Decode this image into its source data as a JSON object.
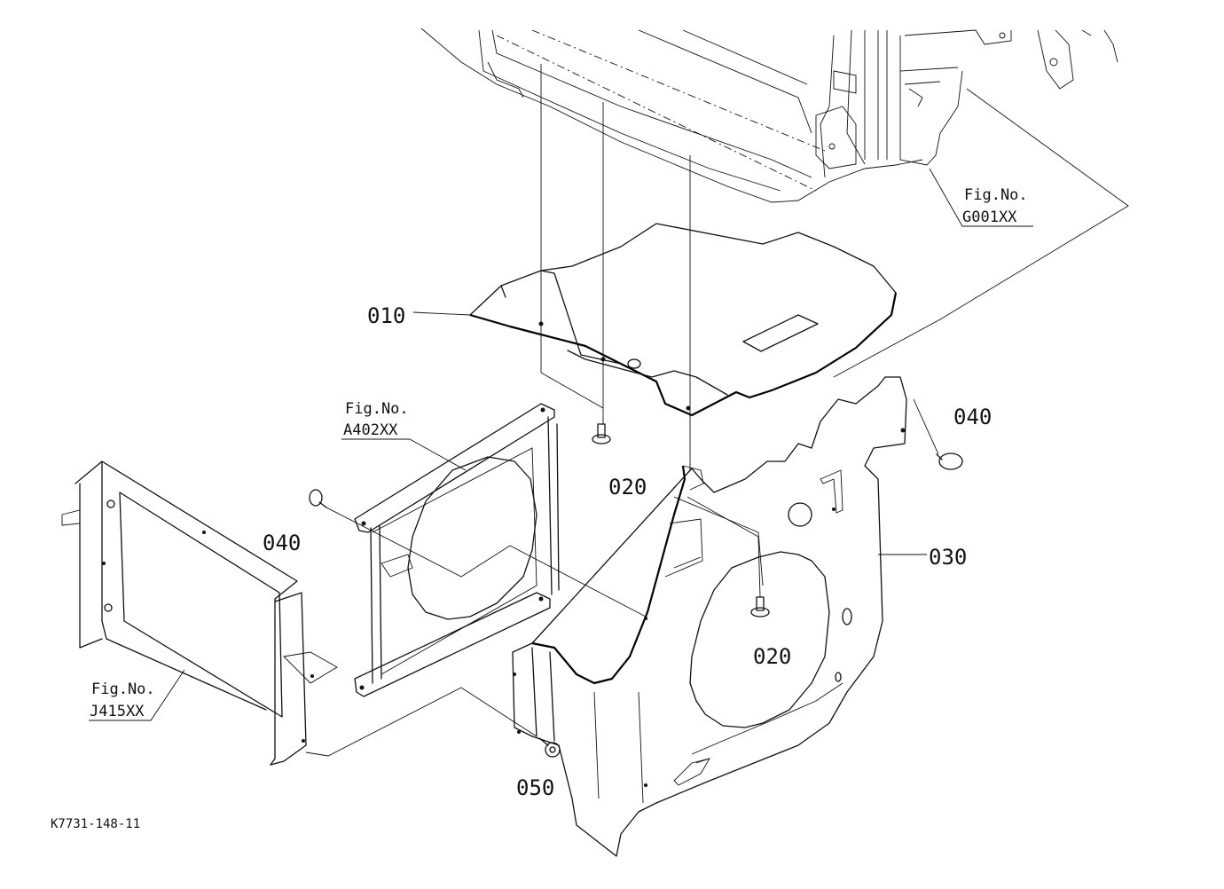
{
  "diagram": {
    "code": "K7731-148-11",
    "parts": [
      {
        "num": "010"
      },
      {
        "num": "020"
      },
      {
        "num": "020"
      },
      {
        "num": "030"
      },
      {
        "num": "040"
      },
      {
        "num": "040"
      },
      {
        "num": "050"
      }
    ],
    "figures": [
      {
        "label": "Fig.No.",
        "code": "G001XX"
      },
      {
        "label": "Fig.No.",
        "code": "A402XX"
      },
      {
        "label": "Fig.No.",
        "code": "J415XX"
      }
    ]
  }
}
